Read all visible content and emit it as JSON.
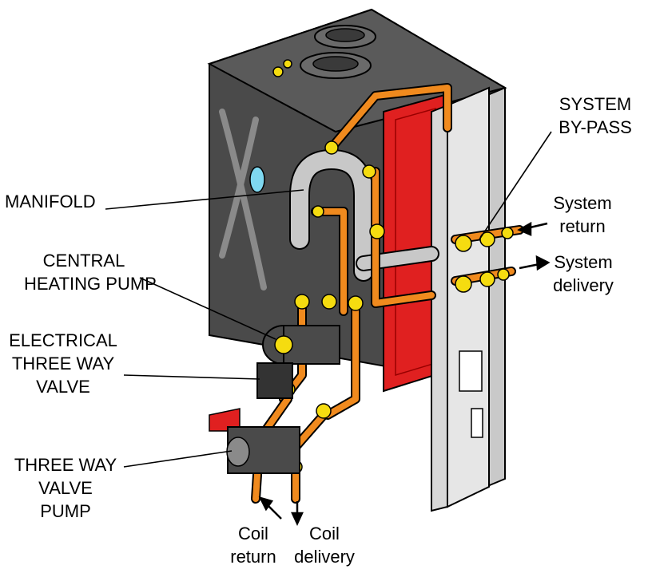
{
  "labels": {
    "manifold": "MANIFOLD",
    "central_heating_pump": [
      "CENTRAL",
      "HEATING PUMP"
    ],
    "electrical_three_way_valve": [
      "ELECTRICAL",
      "THREE WAY",
      "VALVE"
    ],
    "three_way_valve_pump": [
      "THREE WAY",
      "VALVE",
      "PUMP"
    ],
    "system_bypass": [
      "SYSTEM",
      "BY-PASS"
    ],
    "system_return": [
      "System",
      "return"
    ],
    "system_delivery": [
      "System",
      "delivery"
    ],
    "coil_return": [
      "Coil",
      "return"
    ],
    "coil_delivery": [
      "Coil",
      "delivery"
    ]
  },
  "colors": {
    "boiler_body": "#4a4a4a",
    "boiler_top": "#5a5a5a",
    "back_panel": "#c9c9c9",
    "heat_exchanger": "#e02020",
    "pipe": "#f08a1e",
    "manifold": "#c8c8c8",
    "fitting": "#f5dc10",
    "outline": "#000000"
  }
}
